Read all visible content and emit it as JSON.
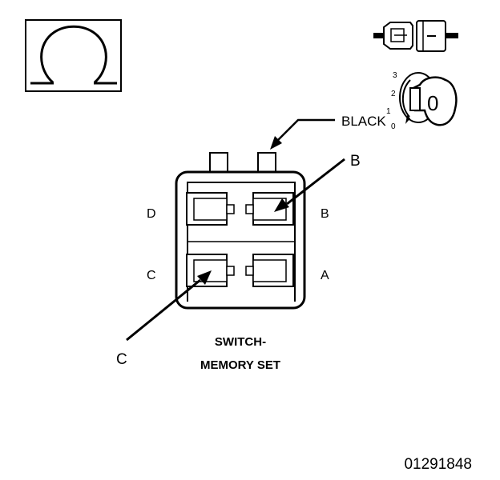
{
  "symbol": {
    "icon": "ohm-icon"
  },
  "connector_icon": {
    "icon": "connector-plug-icon"
  },
  "key_icon": {
    "icon": "ignition-key-icon",
    "positions": [
      "3",
      "2",
      "1",
      "0"
    ],
    "key_label": "0"
  },
  "wire": {
    "label": "BLACK"
  },
  "pins": {
    "d": "D",
    "b": "B",
    "c": "C",
    "a": "A"
  },
  "probes": {
    "b": "B",
    "c": "C"
  },
  "caption": {
    "line1": "SWITCH-",
    "line2": "MEMORY SET"
  },
  "figure_id": "01291848",
  "colors": {
    "ink": "#000000",
    "paper": "#ffffff"
  }
}
